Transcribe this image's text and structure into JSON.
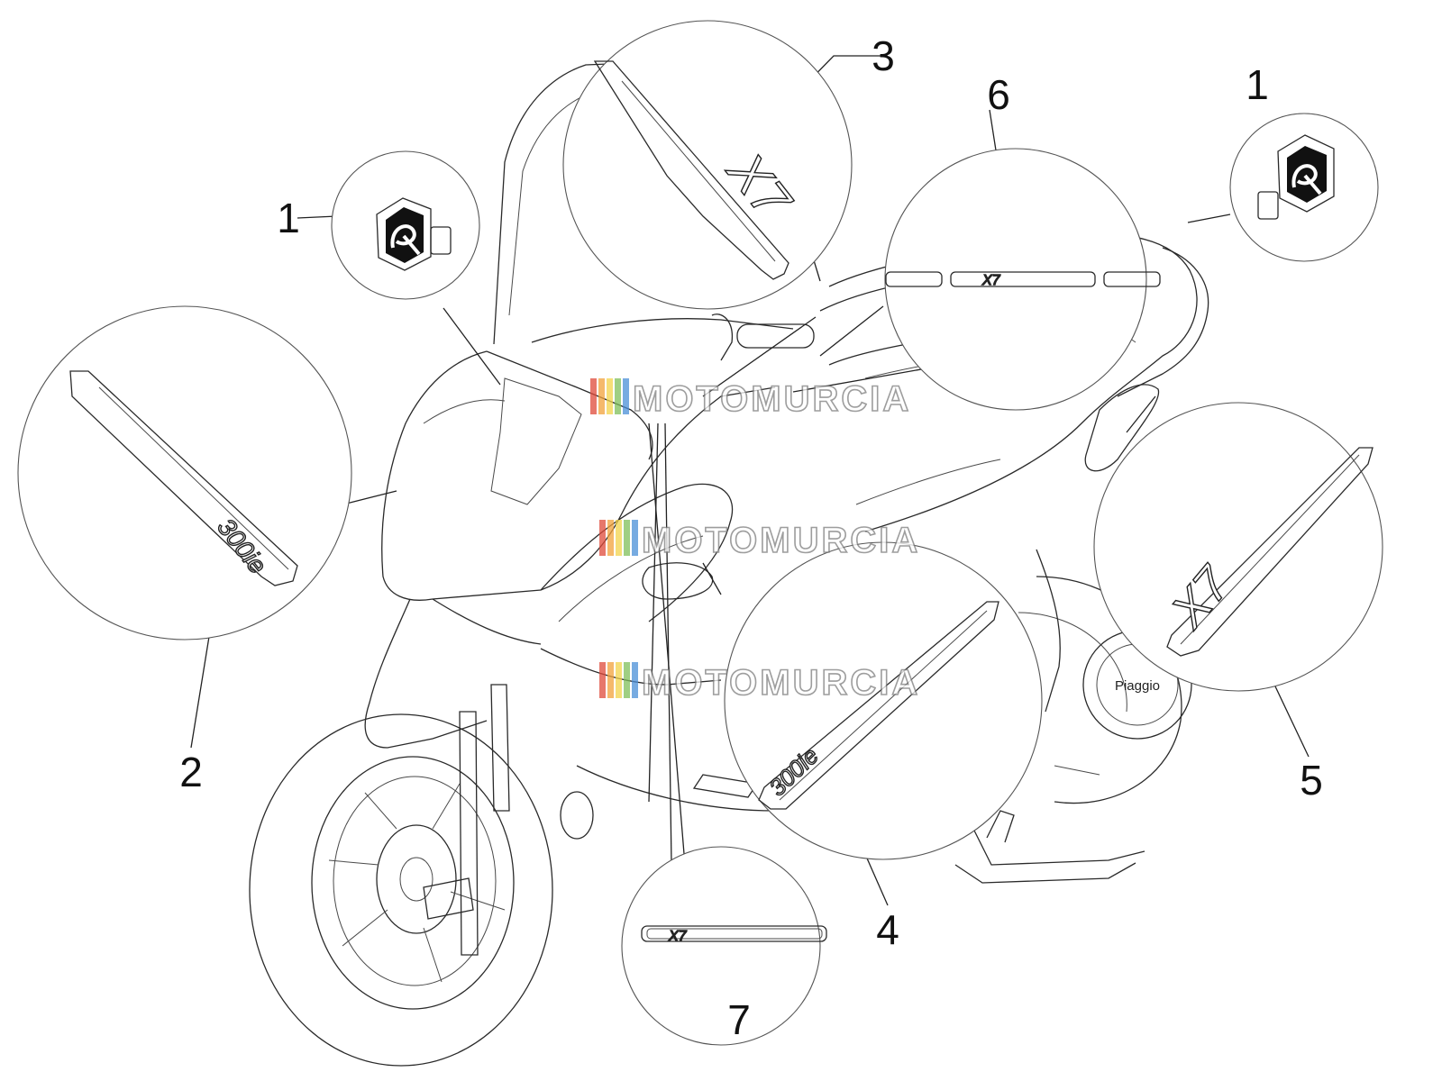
{
  "callouts": [
    {
      "id": "1a",
      "label": "1"
    },
    {
      "id": "1b",
      "label": "1"
    },
    {
      "id": "2",
      "label": "2"
    },
    {
      "id": "3",
      "label": "3"
    },
    {
      "id": "4",
      "label": "4"
    },
    {
      "id": "5",
      "label": "5"
    },
    {
      "id": "6",
      "label": "6"
    },
    {
      "id": "7",
      "label": "7"
    }
  ],
  "decals": {
    "model_300ie": "300ie",
    "model_x7": "X7",
    "engine_cover": "Piaggio"
  },
  "watermark": {
    "text": "MOTOMURCIA",
    "stripe_colors": [
      "#e04a3a",
      "#f2a23a",
      "#f3d34a",
      "#7fbf5a",
      "#4a8fd8"
    ]
  },
  "colors": {
    "line": "#2a2a2a",
    "circle_stroke": "#555555",
    "background": "#ffffff"
  }
}
